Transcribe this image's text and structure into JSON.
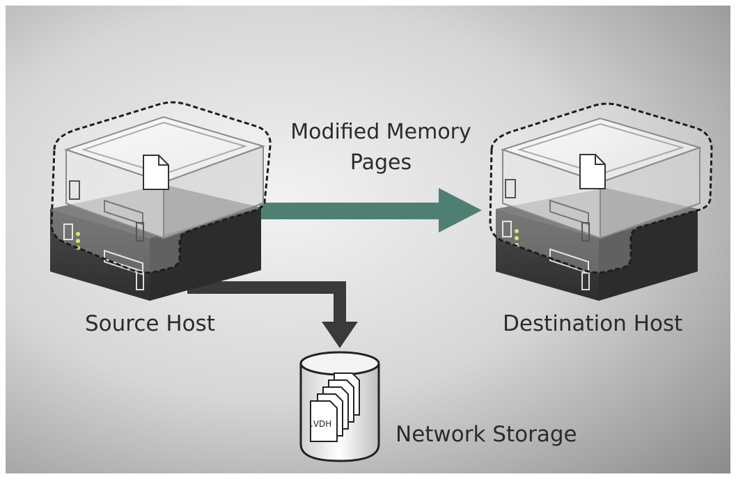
{
  "diagram": {
    "flow_label_line1": "Modified Memory",
    "flow_label_line2": "Pages",
    "source_label": "Source Host",
    "destination_label": "Destination Host",
    "storage_label": "Network Storage",
    "vdh_label": ".VDH"
  },
  "colors": {
    "background_light": "#ececec",
    "background_dark": "#8c8c8c",
    "flow_arrow": "#4f7f72",
    "storage_arrow": "#3a3a3a",
    "server_dark": "#3b3b3b"
  },
  "icons": [
    "server-rack-icon",
    "virtual-machine-icon",
    "document-icon",
    "database-cylinder-icon",
    "vdh-file-icon",
    "arrow-right-icon",
    "arrow-down-icon"
  ]
}
